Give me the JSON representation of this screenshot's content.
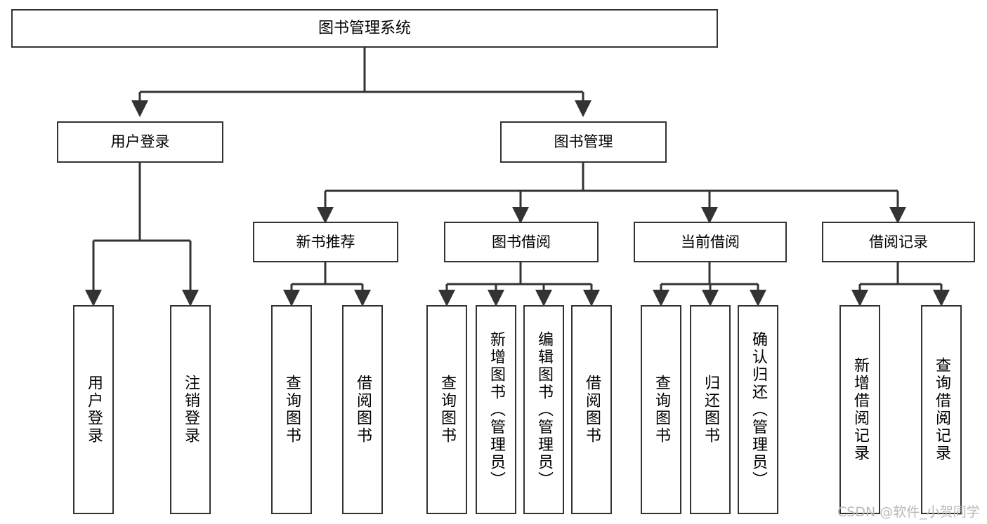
{
  "diagram": {
    "title": "图书管理系统",
    "type": "tree-hierarchy-diagram",
    "colors": {
      "box_border": "#333333",
      "box_fill": "#ffffff",
      "edge": "#333333",
      "text": "#000000",
      "watermark": "#b9b9b9",
      "background": "#ffffff"
    }
  },
  "nodes": {
    "root": {
      "label": "图书管理系统"
    },
    "level2": [
      {
        "id": "user-login",
        "label": "用户登录"
      },
      {
        "id": "book-manage",
        "label": "图书管理"
      }
    ],
    "level3": [
      {
        "id": "new-book-recommend",
        "label": "新书推荐"
      },
      {
        "id": "book-borrow",
        "label": "图书借阅"
      },
      {
        "id": "current-borrow",
        "label": "当前借阅"
      },
      {
        "id": "borrow-record",
        "label": "借阅记录"
      }
    ],
    "leaves": {
      "user_login": [
        {
          "id": "leaf-user-login",
          "label": "用户登录"
        },
        {
          "id": "leaf-logout",
          "label": "注销登录"
        }
      ],
      "new_book_recommend": [
        {
          "id": "leaf-query-book-1",
          "label": "查询图书"
        },
        {
          "id": "leaf-borrow-book-1",
          "label": "借阅图书"
        }
      ],
      "book_borrow": [
        {
          "id": "leaf-query-book-2",
          "label": "查询图书"
        },
        {
          "id": "leaf-add-book",
          "label": "新增图书（管理员）"
        },
        {
          "id": "leaf-edit-book",
          "label": "编辑图书（管理员）"
        },
        {
          "id": "leaf-borrow-book-2",
          "label": "借阅图书"
        }
      ],
      "current_borrow": [
        {
          "id": "leaf-query-book-3",
          "label": "查询图书"
        },
        {
          "id": "leaf-return-book",
          "label": "归还图书"
        },
        {
          "id": "leaf-confirm-return",
          "label": "确认归还（管理员）"
        }
      ],
      "borrow_record": [
        {
          "id": "leaf-add-record",
          "label": "新增借阅记录"
        },
        {
          "id": "leaf-query-record",
          "label": "查询借阅记录"
        }
      ]
    }
  },
  "watermark": {
    "text": "CSDN @软件_小贺同学"
  }
}
